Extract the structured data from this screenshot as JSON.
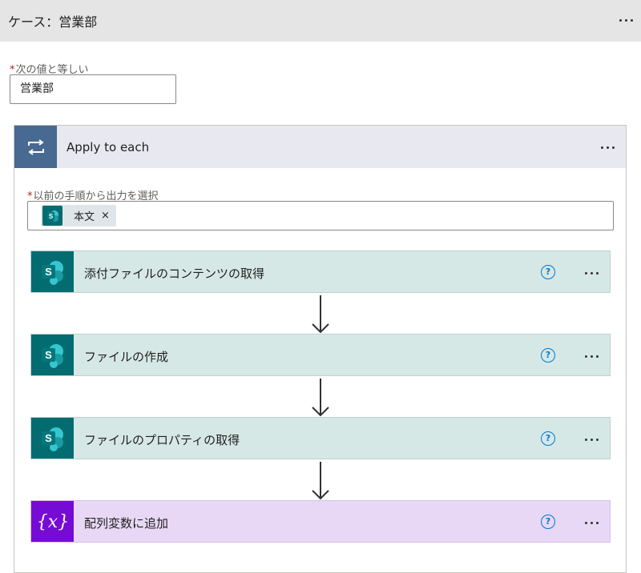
{
  "case": {
    "title": "ケース：営業部"
  },
  "equals": {
    "label": "次の値と等しい",
    "required_mark": "*",
    "value": "営業部"
  },
  "apply_each": {
    "title": "Apply to each",
    "select_label": "以前の手順から出力を選択",
    "required_mark": "*",
    "token": {
      "label": "本文",
      "close": "×",
      "icon": "sharepoint-icon"
    }
  },
  "actions": [
    {
      "title": "添付ファイルのコンテンツの取得",
      "icon": "sharepoint-icon",
      "help": "?"
    },
    {
      "title": "ファイルの作成",
      "icon": "sharepoint-icon",
      "help": "?"
    },
    {
      "title": "ファイルのプロパティの取得",
      "icon": "sharepoint-icon",
      "help": "?"
    },
    {
      "title": "配列変数に追加",
      "icon": "variable-icon",
      "help": "?"
    }
  ],
  "colors": {
    "sharepoint": "#036c70",
    "variable": "#770bd6",
    "loop": "#486991",
    "help": "#0078d4"
  }
}
